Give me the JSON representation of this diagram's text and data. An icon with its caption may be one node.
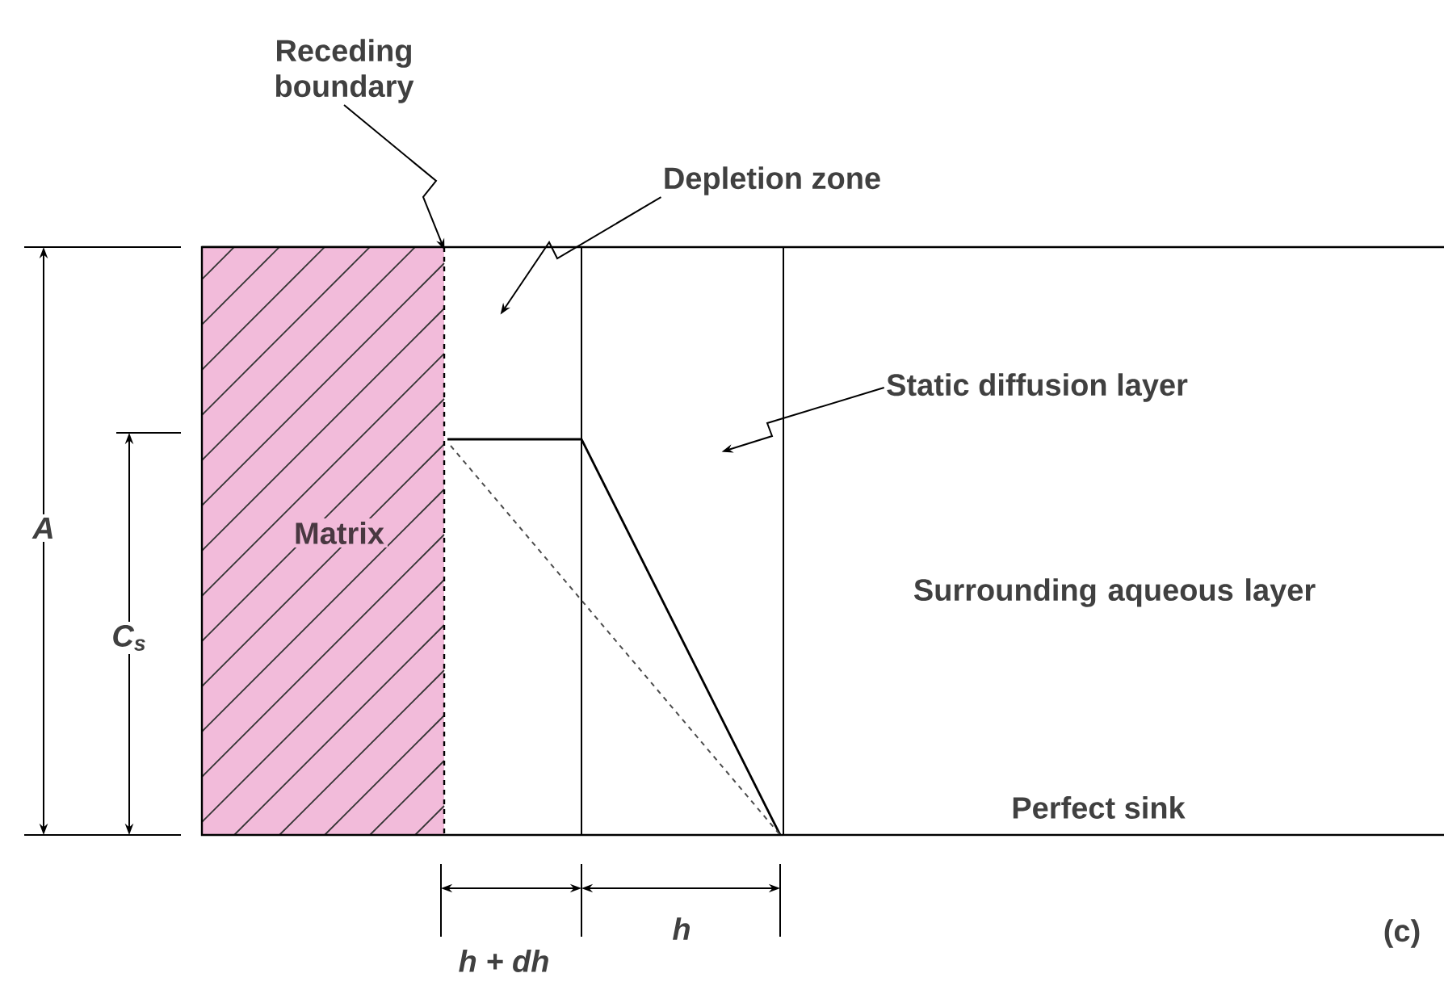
{
  "diagram": {
    "nodes": [
      {
        "text": [
          "Matrix"
        ]
      },
      {
        "text": [
          "Receding boundary"
        ]
      },
      {
        "text": [
          "Depletion zone"
        ]
      },
      {
        "text": [],
        "shape": "box"
      },
      {
        "text": [
          "Static diffusion layer"
        ]
      },
      {
        "text": [],
        "shape": "box"
      }
    ],
    "edges": [
      {
        "from": 1,
        "to": 0,
        "arrow": "to"
      },
      {
        "from": 2,
        "to": 3,
        "arrow": "to"
      },
      {
        "from": 4,
        "to": 5,
        "arrow": "to"
      }
    ],
    "labels": [
      "Surrounding aqueous layer",
      "Perfect sink",
      "A",
      "C$_{s}$",
      "h + dh",
      "h",
      "(c)"
    ]
  }
}
